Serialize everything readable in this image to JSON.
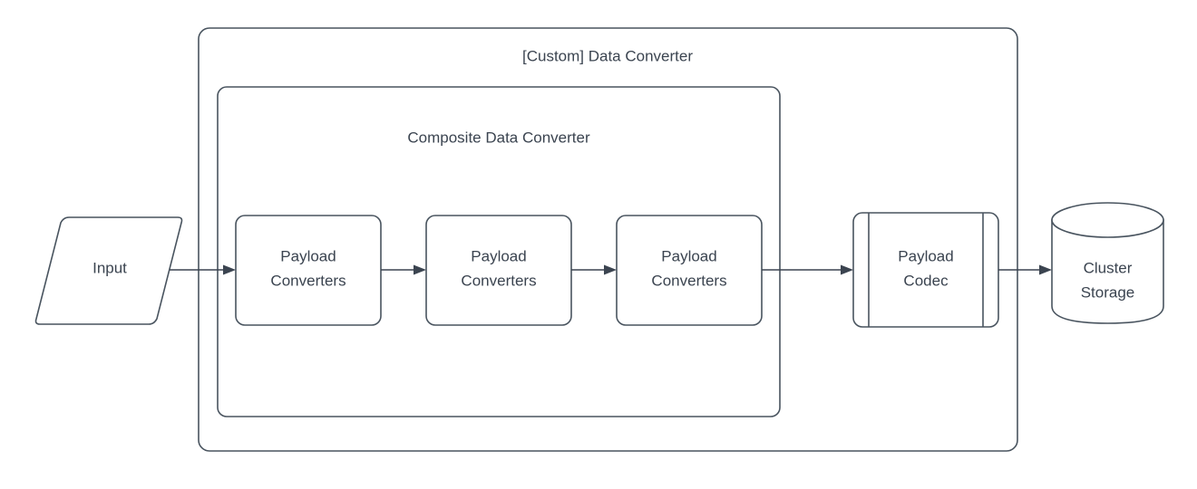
{
  "diagram": {
    "title": "[Custom] Data Converter",
    "type": "flowchart",
    "background_color": "#ffffff",
    "stroke_color": "#49545f",
    "text_color": "#3b4450",
    "containers": [
      {
        "id": "custom-data-converter",
        "label": "[Custom] Data Converter",
        "shape": "rounded-rectangle"
      },
      {
        "id": "composite-data-converter",
        "label": "Composite Data Converter",
        "shape": "rounded-rectangle"
      }
    ],
    "nodes": [
      {
        "id": "input",
        "label": "Input",
        "shape": "parallelogram"
      },
      {
        "id": "payload-converters-1",
        "label_line1": "Payload",
        "label_line2": "Converters",
        "shape": "rounded-rectangle"
      },
      {
        "id": "payload-converters-2",
        "label_line1": "Payload",
        "label_line2": "Converters",
        "shape": "rounded-rectangle"
      },
      {
        "id": "payload-converters-3",
        "label_line1": "Payload",
        "label_line2": "Converters",
        "shape": "rounded-rectangle"
      },
      {
        "id": "payload-codec",
        "label_line1": "Payload",
        "label_line2": "Codec",
        "shape": "process"
      },
      {
        "id": "cluster-storage",
        "label_line1": "Cluster",
        "label_line2": "Storage",
        "shape": "cylinder"
      }
    ],
    "edges": [
      {
        "id": "edge-input-to-pc1",
        "from": "input",
        "to": "payload-converters-1",
        "arrow": "single"
      },
      {
        "id": "edge-pc1-to-pc2",
        "from": "payload-converters-1",
        "to": "payload-converters-2",
        "arrow": "single"
      },
      {
        "id": "edge-pc2-to-pc3",
        "from": "payload-converters-2",
        "to": "payload-converters-3",
        "arrow": "single"
      },
      {
        "id": "edge-pc3-to-codec",
        "from": "payload-converters-3",
        "to": "payload-codec",
        "arrow": "single"
      },
      {
        "id": "edge-codec-to-storage",
        "from": "payload-codec",
        "to": "cluster-storage",
        "arrow": "single"
      }
    ]
  }
}
